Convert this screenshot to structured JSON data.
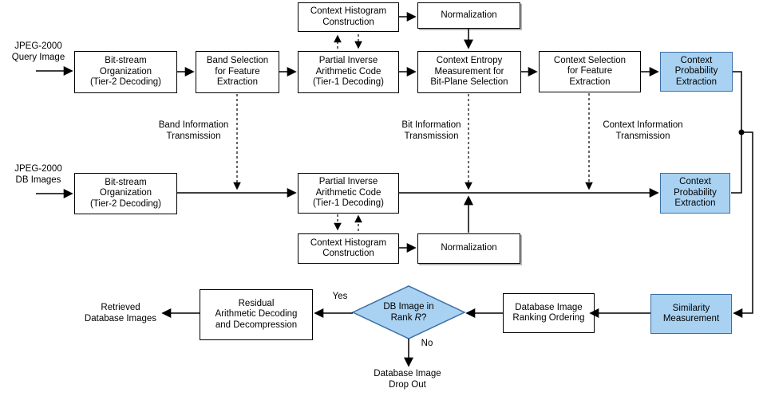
{
  "diagram": {
    "title": "JPEG-2000 compressed-domain image retrieval flowchart",
    "colors": {
      "highlight_fill": "#A9D2F2",
      "highlight_border": "#3B6EA5",
      "box_border": "#000000",
      "background": "#FFFFFF"
    },
    "labels": {
      "query_input": "JPEG-2000\nQuery Image",
      "db_input": "JPEG-2000\nDB Images",
      "band_info": "Band Information\nTransmission",
      "bit_info": "Bit Information\nTransmission",
      "context_info": "Context Information\nTransmission",
      "retrieved": "Retrieved\nDatabase Images",
      "yes": "Yes",
      "no": "No",
      "drop_out": "Database Image\nDrop Out"
    },
    "nodes": {
      "ch_top": "Context Histogram\nConstruction",
      "norm_top": "Normalization",
      "bitstream_query": "Bit-stream\nOrganization\n(Tier-2 Decoding)",
      "band_selection": "Band Selection\nfor Feature\nExtraction",
      "piac_query": "Partial Inverse\nArithmetic Code\n(Tier-1 Decoding)",
      "context_entropy": "Context Entropy\nMeasurement for\nBit-Plane Selection",
      "context_selection": "Context Selection\nfor Feature\nExtraction",
      "cpe_query": "Context\nProbability\nExtraction",
      "bitstream_db": "Bit-stream\nOrganization\n(Tier-2 Decoding)",
      "piac_db": "Partial Inverse\nArithmetic Code\n(Tier-1 Decoding)",
      "cpe_db": "Context\nProbability\nExtraction",
      "ch_bottom": "Context Histogram\nConstruction",
      "norm_bottom": "Normalization",
      "residual": "Residual\nArithmetic Decoding\nand Decompression",
      "ranking": "Database Image\nRanking Ordering",
      "similarity": "Similarity\nMeasurement",
      "diamond_line1": "DB Image in",
      "diamond_rank": "Rank ",
      "diamond_var": "R",
      "diamond_q": "?"
    }
  }
}
